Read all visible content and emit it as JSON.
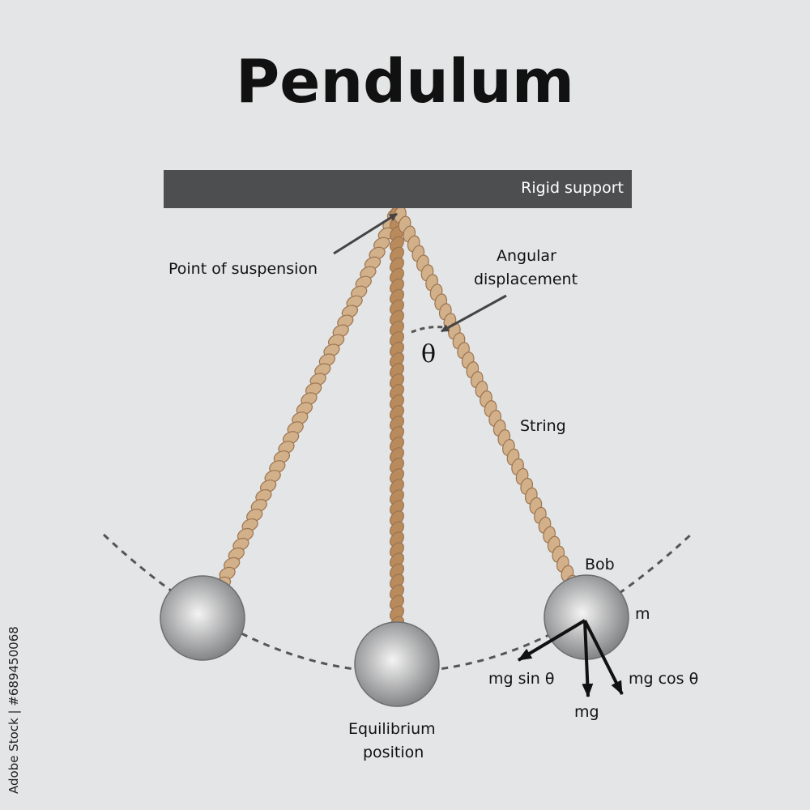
{
  "title": "Pendulum",
  "labels": {
    "rigid_support": "Rigid support",
    "point_of_suspension": "Point of suspension",
    "angular_line1": "Angular",
    "angular_line2": "displacement",
    "theta": "θ",
    "string": "String",
    "bob": "Bob",
    "mass": "m",
    "mg_sin": "mg sin θ",
    "mg_cos": "mg cos θ",
    "mg": "mg",
    "equilibrium_line1": "Equilibrium",
    "equilibrium_line2": "position"
  },
  "stock_id": "Adobe Stock | #689450068",
  "colors": {
    "background": "#e4e5e6",
    "support": "#4d4e4f",
    "rope_outer": "#d2b08a",
    "rope_center": "#b98a5b",
    "rope_stroke": "#9c7550",
    "bob_light": "#f4f4f4",
    "bob_dark": "#7a7b7d",
    "arc": "#555555",
    "vector": "#111111"
  }
}
